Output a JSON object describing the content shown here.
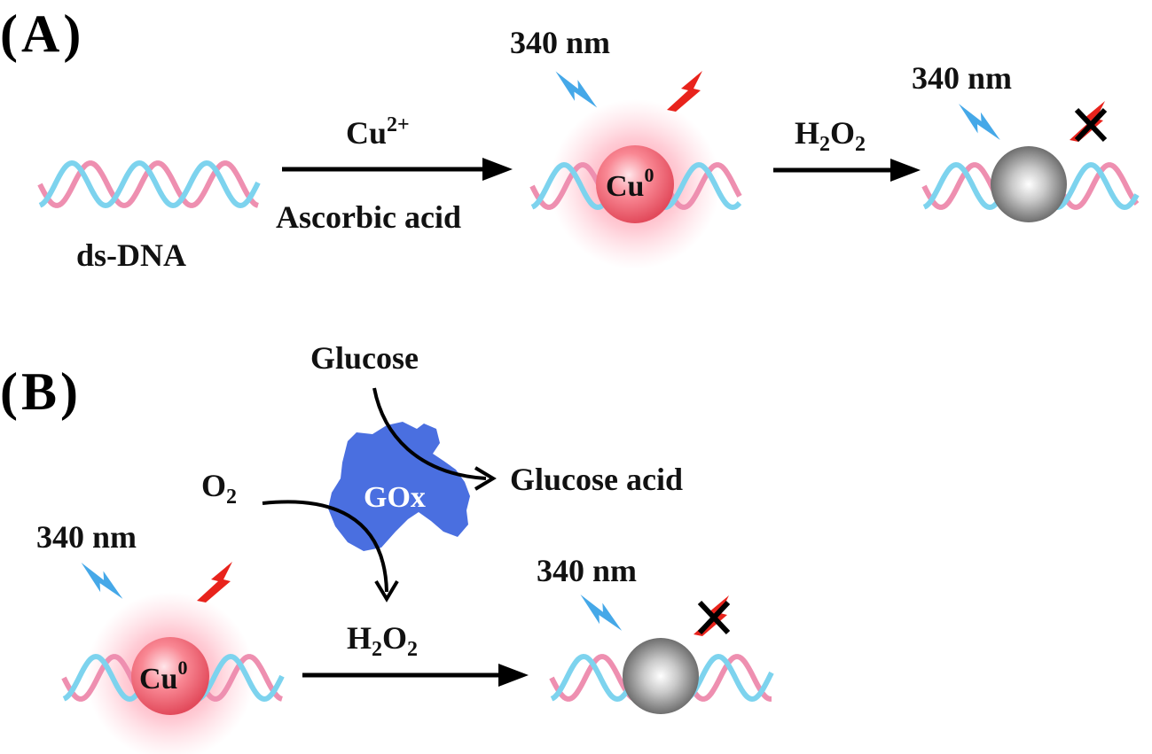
{
  "panel_a": {
    "label_open": "(",
    "label_letter": "A",
    "label_close": ")",
    "dna_label": "ds-DNA",
    "reagent_cu": "Cu",
    "reagent_cu_charge": "2+",
    "reagent_ascorbic": "Ascorbic acid",
    "excitation_1": "340 nm",
    "cu_particle": "Cu",
    "cu_particle_sup": "0",
    "oxidant_h": "H",
    "oxidant_sub1": "2",
    "oxidant_o": "O",
    "oxidant_sub2": "2",
    "excitation_2": "340 nm"
  },
  "panel_b": {
    "label_open": "(",
    "label_letter": "B",
    "label_close": ")",
    "glucose": "Glucose",
    "glucose_acid": "Glucose acid",
    "oxygen": "O",
    "oxygen_sub": "2",
    "enzyme": "GOx",
    "excitation_1": "340 nm",
    "cu_particle": "Cu",
    "cu_particle_sup": "0",
    "oxidant_h": "H",
    "oxidant_sub1": "2",
    "oxidant_o": "O",
    "oxidant_sub2": "2",
    "excitation_2": "340 nm"
  },
  "colors": {
    "strand_blue": "#7dd3ee",
    "strand_pink": "#ee8fb0",
    "bolt_blue": "#45a8e8",
    "bolt_red": "#e8231c",
    "cu_particle": "#f4707c",
    "oxidized_particle": "#8c8c8c",
    "gox_enzyme": "#4a6fe0"
  },
  "icons": [
    "blue-bolt-icon",
    "red-bolt-icon",
    "quench-cross-icon",
    "arrow-icon"
  ]
}
